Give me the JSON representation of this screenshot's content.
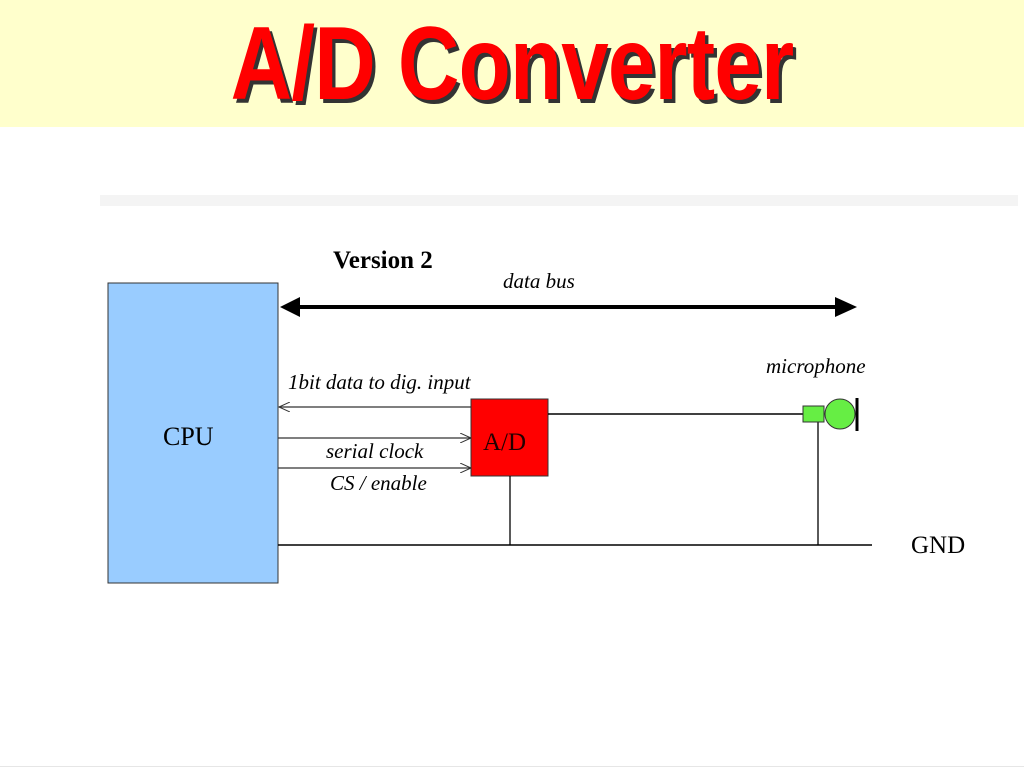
{
  "slide": {
    "title": "A/D Converter"
  },
  "diagram": {
    "version_label": "Version 2",
    "data_bus_label": "data bus",
    "cpu_label": "CPU",
    "adc_label": "A/D",
    "signal_labels": {
      "data_out": "1bit data to dig. input",
      "serial_clock": "serial clock",
      "chip_select": "CS / enable"
    },
    "microphone_label": "microphone",
    "ground_label": "GND",
    "colors": {
      "cpu": "#99ccff",
      "adc": "#ff0000",
      "microphone": "#66ee44",
      "title": "#ff0000",
      "title_band": "#ffffcc"
    }
  }
}
